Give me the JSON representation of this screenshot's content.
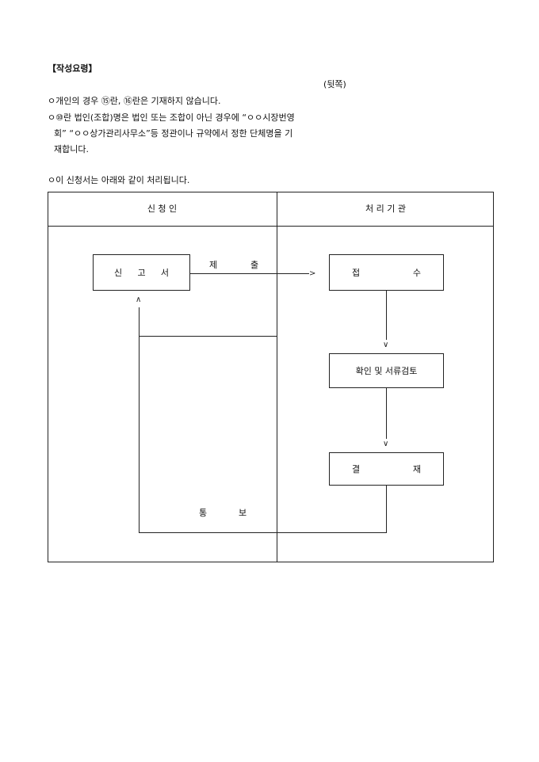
{
  "heading": "【작성요령】",
  "side_note": "(뒷쪽)",
  "instructions": {
    "line1": "ㅇ개인의 경우 ⑮란, ⑯란은 기재하지 않습니다.",
    "line2a": "ㅇ⑩란 법인(조합)명은 법인 또는 조합이 아닌 경우에 “ㅇㅇ시장번영",
    "line2b": "회” “ㅇㅇ상가관리사무소”등 정관이나 규약에서 정한 단체명을 기",
    "line2c": "재합니다.",
    "line3": "ㅇ이 신청서는 아래와 같이 처리됩니다."
  },
  "flow": {
    "col_applicant": "신  청  인",
    "col_agency": "처 리 기 관",
    "box_report_a": "신",
    "box_report_b": "고",
    "box_report_c": "서",
    "submit_a": "제",
    "submit_b": "출",
    "box_receipt_a": "접",
    "box_receipt_b": "수",
    "box_review": "확인 및 서류검토",
    "box_approval_a": "결",
    "box_approval_b": "재",
    "notice_a": "통",
    "notice_b": "보"
  }
}
